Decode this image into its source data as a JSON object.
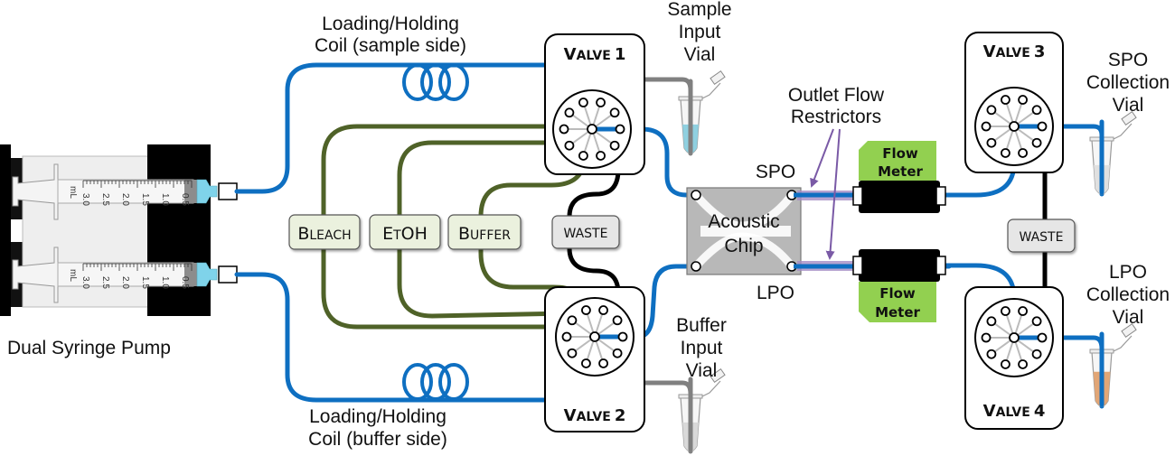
{
  "title": "Acoustic chip fluidic setup schematic",
  "colors": {
    "blue_tubing": "#0e6fc1",
    "green_tubing": "#4f6228",
    "gray_tubing": "#808080",
    "black_tubing": "#000000",
    "restrictor": "#a48cc4",
    "arrow": "#7a5aa6",
    "reagent_box_fill": "#ebf1de",
    "waste_box_fill": "#e6e6e6",
    "flow_meter_label": "#92d050",
    "sample_liquid": "#8fd0e0",
    "lpo_liquid": "#e2a676",
    "chip_fill": "#b8b8b8"
  },
  "pump": {
    "label": "Dual Syringe Pump",
    "syringe_scale_unit": "mL",
    "syringe_scale_ticks": [
      "3.0",
      "2.5",
      "2.0",
      "1.5",
      "1.0",
      "0.5"
    ]
  },
  "coils": {
    "sample": {
      "line1": "Loading/Holding",
      "line2": "Coil (sample side)"
    },
    "buffer": {
      "line1": "Loading/Holding",
      "line2": "Coil (buffer side)"
    }
  },
  "valves": {
    "v1": {
      "prefix": "V",
      "rest": "ALVE",
      "num": "1"
    },
    "v2": {
      "prefix": "V",
      "rest": "ALVE",
      "num": "2"
    },
    "v3": {
      "prefix": "V",
      "rest": "ALVE",
      "num": "3"
    },
    "v4": {
      "prefix": "V",
      "rest": "ALVE",
      "num": "4"
    }
  },
  "reagents": {
    "bleach": {
      "big": "B",
      "small": "LEACH"
    },
    "etoh": {
      "big": "E",
      "small": "T",
      "rest": "OH"
    },
    "buffer": {
      "big": "B",
      "small": "UFFER"
    }
  },
  "waste": {
    "left": "WASTE",
    "right": "WASTE"
  },
  "vials": {
    "sample_input": {
      "line1": "Sample",
      "line2": "Input",
      "line3": "Vial"
    },
    "buffer_input": {
      "line1": "Buffer",
      "line2": "Input",
      "line3": "Vial"
    },
    "spo_collection": {
      "line1": "SPO",
      "line2": "Collection",
      "line3": "Vial"
    },
    "lpo_collection": {
      "line1": "LPO",
      "line2": "Collection",
      "line3": "Vial"
    }
  },
  "chip": {
    "line1": "Acoustic",
    "line2": "Chip",
    "spo": "SPO",
    "lpo": "LPO"
  },
  "restrictors": {
    "line1": "Outlet Flow",
    "line2": "Restrictors"
  },
  "flow_meters": {
    "top": {
      "line1": "Flow",
      "line2": "Meter"
    },
    "bottom": {
      "line1": "Flow",
      "line2": "Meter"
    }
  }
}
